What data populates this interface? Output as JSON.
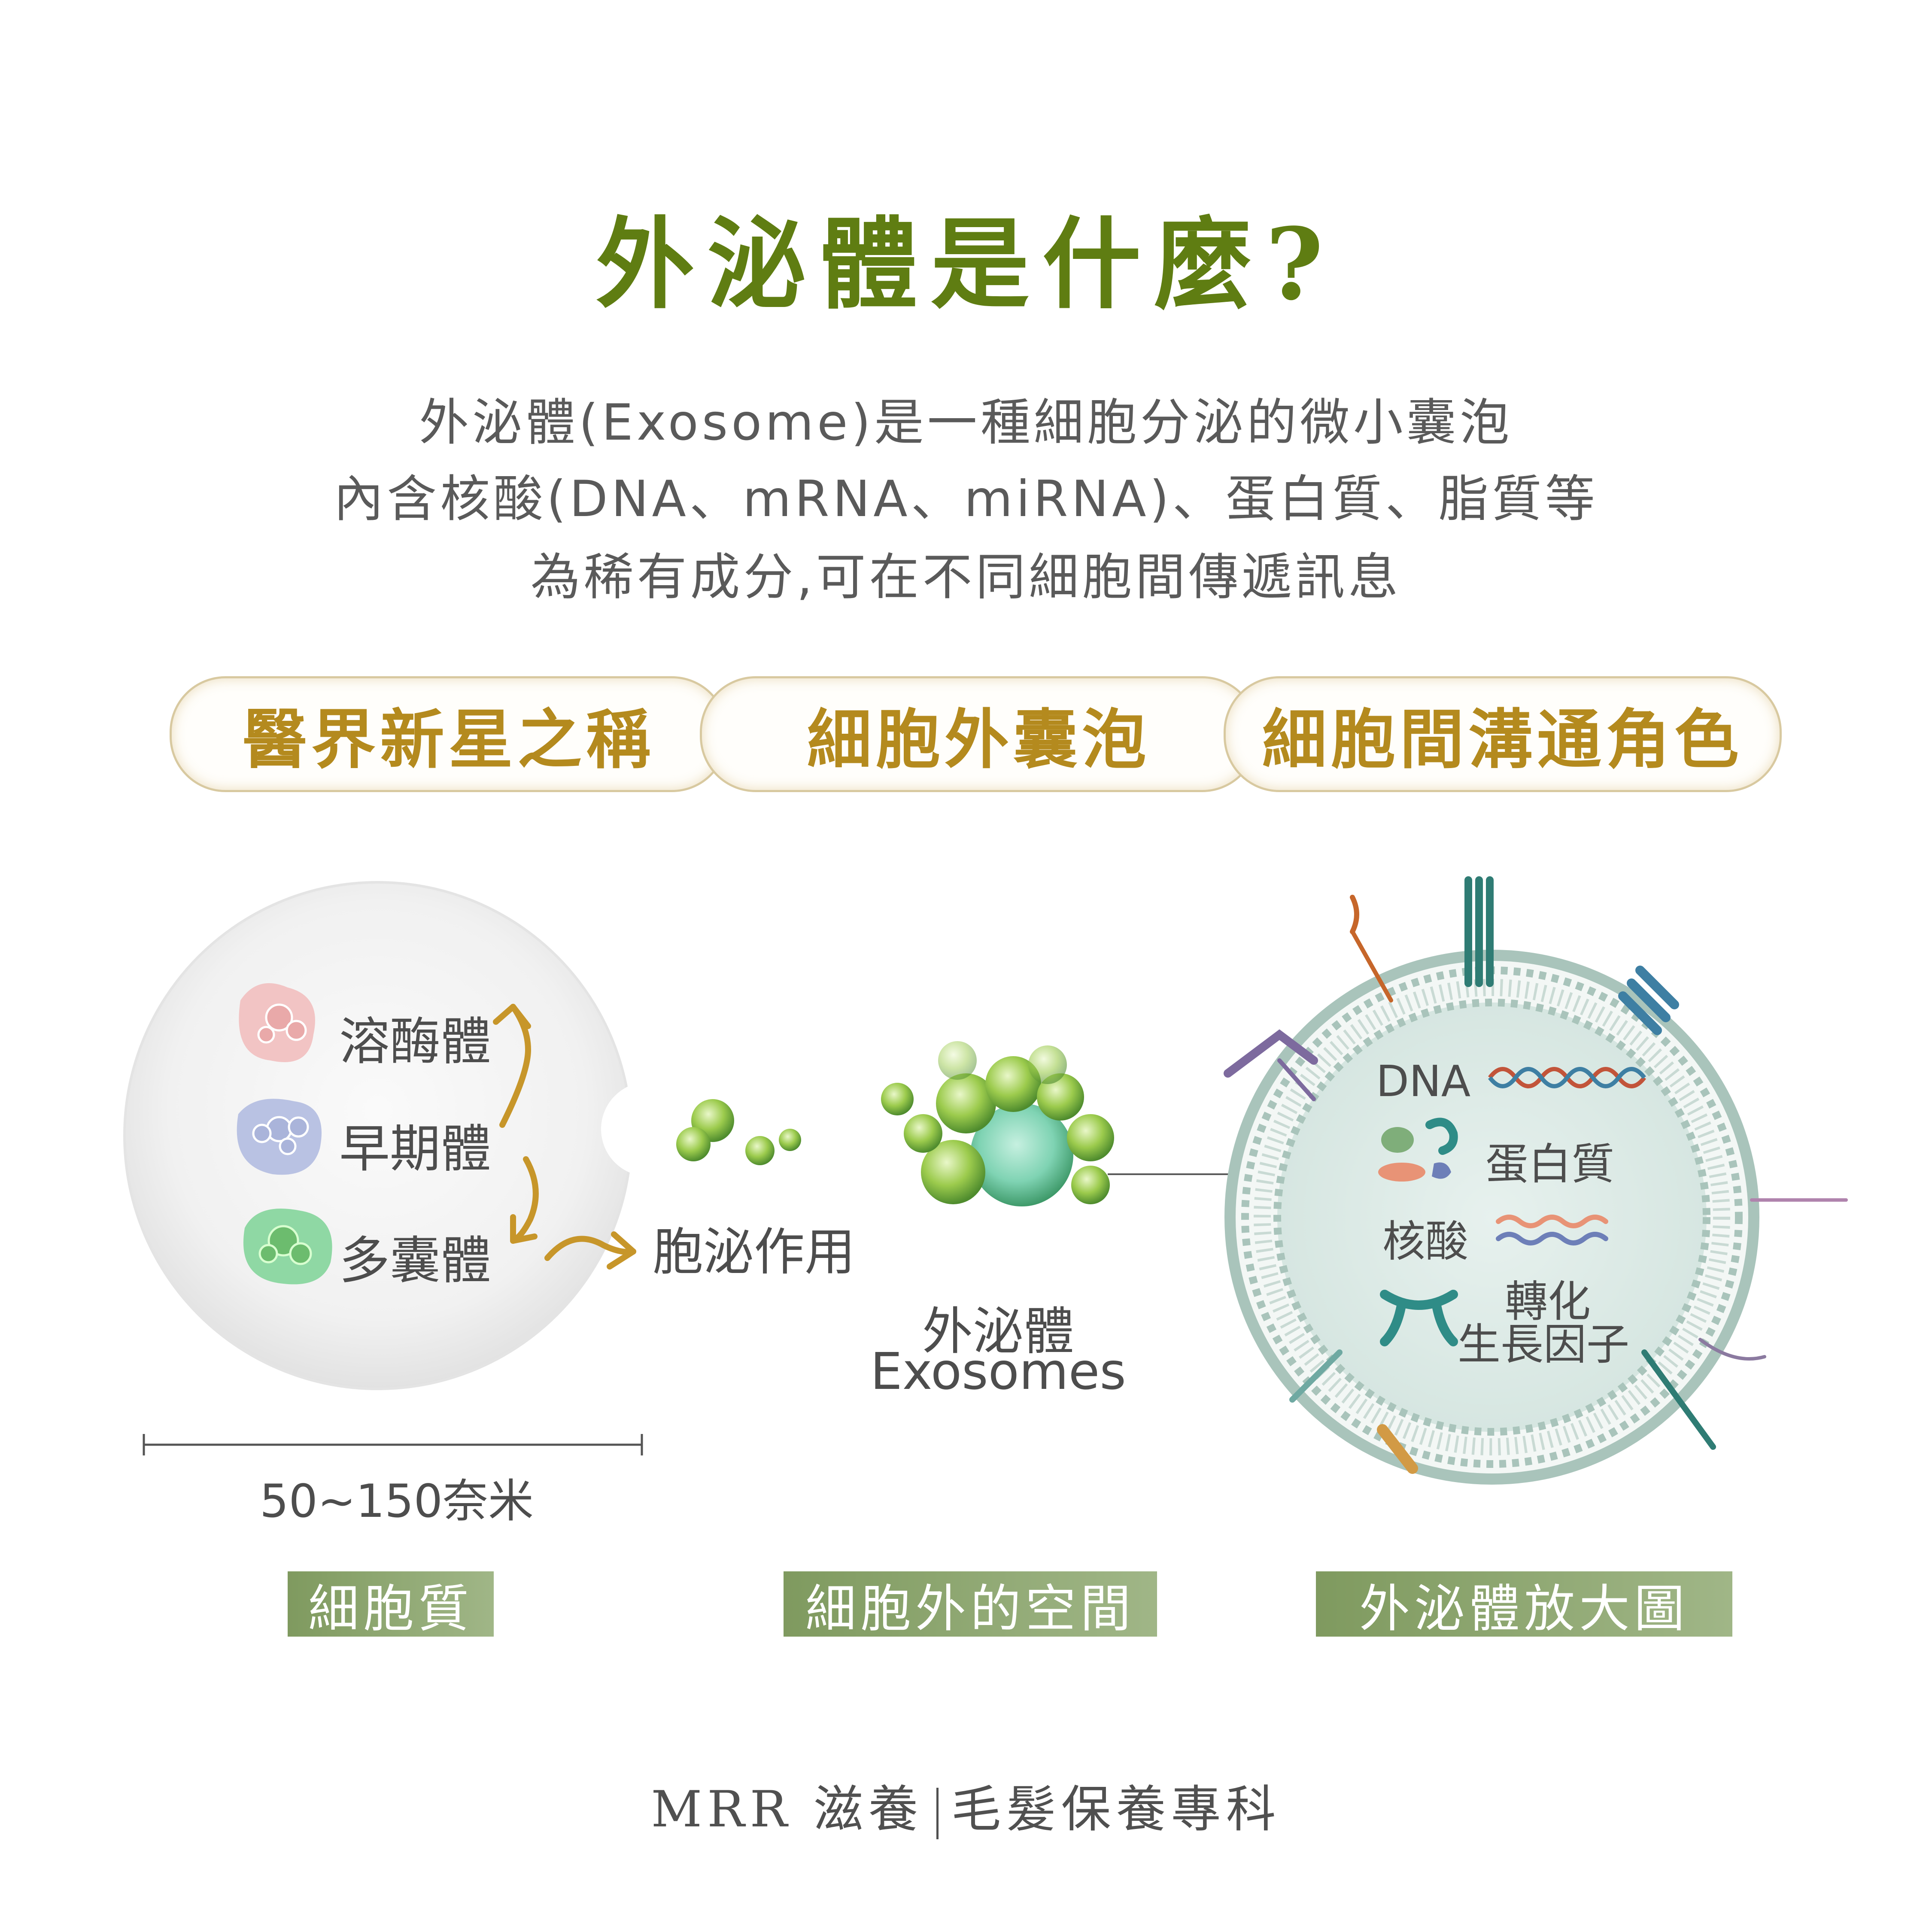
{
  "title": "外泌體是什麼?",
  "intro": {
    "line1": "外泌體(Exosome)是一種細胞分泌的微小囊泡",
    "line2": "內含核酸(DNA、mRNA、miRNA)、蛋白質、脂質等",
    "line3": "為稀有成分,可在不同細胞間傳遞訊息"
  },
  "pills": [
    "醫界新星之稱",
    "細胞外囊泡",
    "細胞間溝通角色"
  ],
  "cell": {
    "items": [
      "溶酶體",
      "早期體",
      "多囊體"
    ],
    "process": "胞泌作用",
    "scale": "50~150奈米"
  },
  "exosome": {
    "name_zh": "外泌體",
    "name_en": "Exosomes"
  },
  "zoom": {
    "dna": "DNA",
    "protein": "蛋白質",
    "nucleic": "核酸",
    "growth_line1": "轉化",
    "growth_line2": "生長因子"
  },
  "tags": [
    "細胞質",
    "細胞外的空間",
    "外泌體放大圖"
  ],
  "footer": {
    "brand": "MRR 滋養",
    "tagline": "毛髮保養專科"
  },
  "colors": {
    "title": "#5f7d12",
    "pill_text": "#b48a1e",
    "arrow": "#c7962a",
    "tag_bg": "#8aa46e",
    "membrane": "#a9c4bb"
  }
}
